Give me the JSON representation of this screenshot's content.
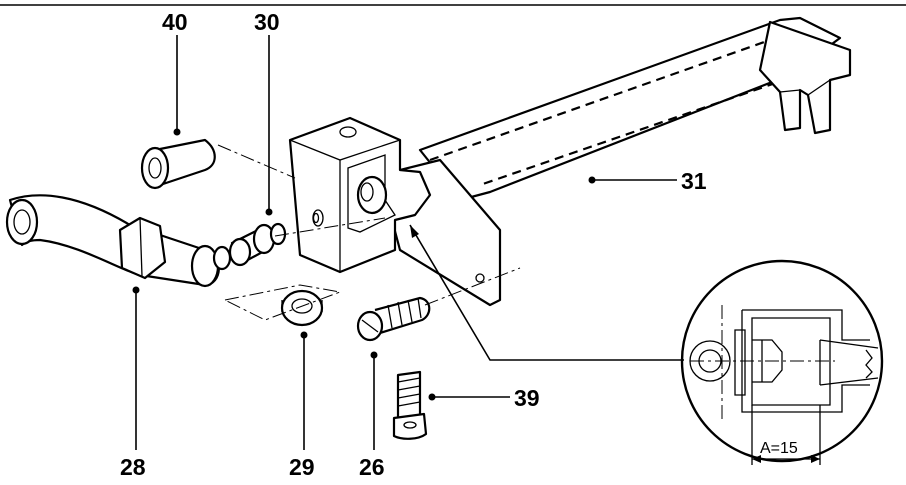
{
  "labels": {
    "part_40": "40",
    "part_30": "30",
    "part_31": "31",
    "part_28": "28",
    "part_29": "29",
    "part_26": "26",
    "part_39": "39"
  },
  "detail": {
    "dimension": "A=15"
  },
  "colors": {
    "line": "#000000",
    "background": "#ffffff"
  }
}
